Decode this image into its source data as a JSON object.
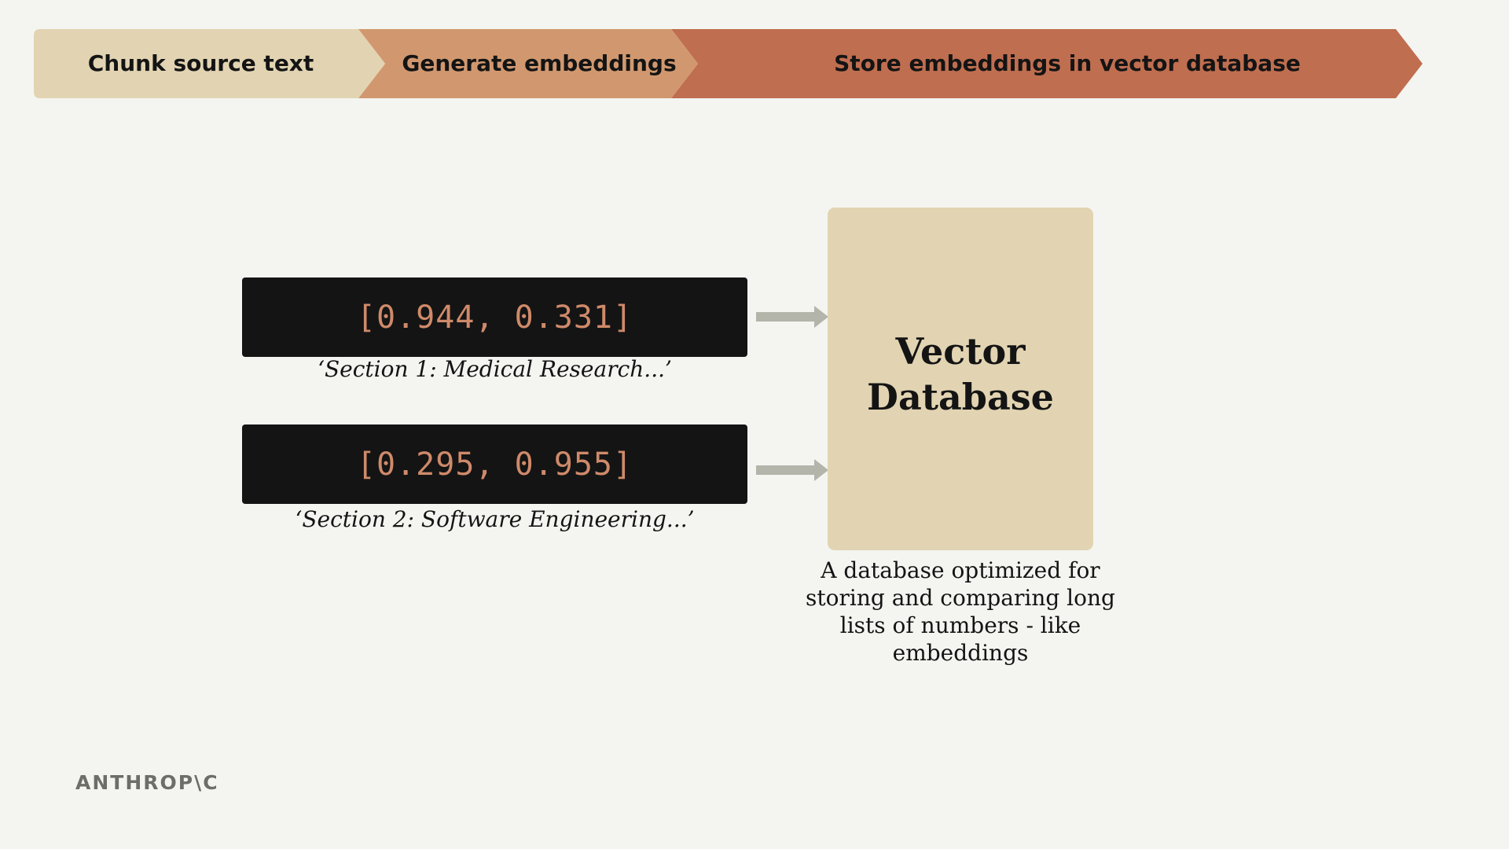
{
  "pipeline": {
    "steps": [
      {
        "label": "Chunk source text",
        "color": "#e2d4b2"
      },
      {
        "label": "Generate embeddings",
        "color": "#d1986f"
      },
      {
        "label": "Store embeddings in vector database",
        "color": "#c06e50"
      }
    ]
  },
  "chunks": [
    {
      "vector": "[0.944, 0.331]",
      "caption": "‘Section 1: Medical Research...’"
    },
    {
      "vector": "[0.295, 0.955]",
      "caption": "‘Section 2: Software Engineering...’"
    }
  ],
  "database": {
    "title": "Vector Database",
    "description": "A database optimized for storing and comparing long lists of numbers - like embeddings",
    "color": "#e2d4b2"
  },
  "colors": {
    "background": "#f4f5f1",
    "code_box": "#141414",
    "code_text": "#cf8a6a",
    "arrow": "#b3b5ab"
  },
  "logo": {
    "text": "ANTHROP\\C"
  }
}
